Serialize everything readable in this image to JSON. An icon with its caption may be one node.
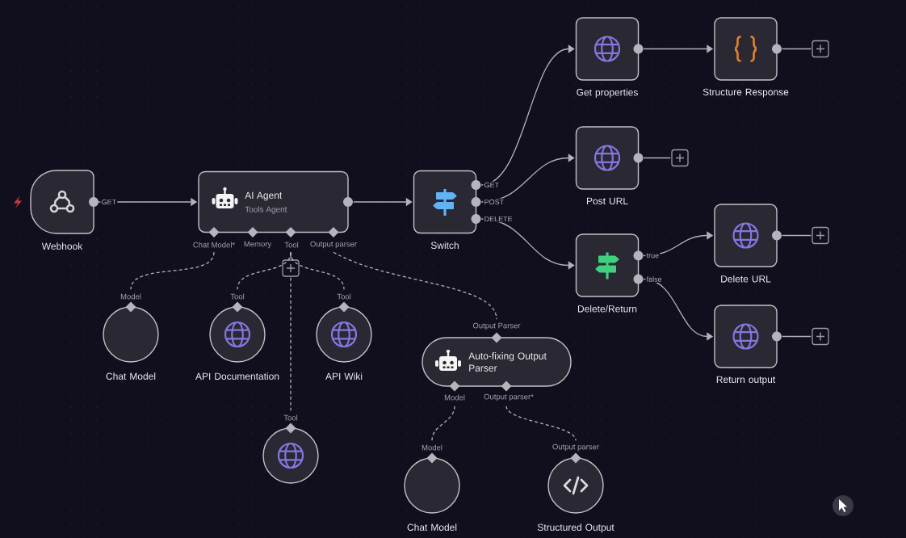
{
  "diagram": {
    "nodes": [
      {
        "text": [
          "Webhook"
        ]
      },
      {
        "text": [
          "AI Agent",
          "Tools Agent"
        ],
        "beside": [
          "Chat Model*",
          "Memory",
          "Tool",
          "Output parser"
        ]
      },
      {
        "text": [
          "Switch"
        ]
      },
      {
        "text": [
          "Get properties"
        ]
      },
      {
        "text": [
          "Structure Response"
        ]
      },
      {
        "text": [
          "Post URL"
        ]
      },
      {
        "text": [
          "Delete/Return"
        ]
      },
      {
        "text": [
          "Delete URL"
        ]
      },
      {
        "text": [
          "Return output"
        ]
      },
      {
        "text": [
          "Chat Model"
        ],
        "beside": [
          "Model"
        ]
      },
      {
        "text": [
          "API Documentation"
        ],
        "beside": [
          "Tool"
        ]
      },
      {
        "text": [
          "API Wiki"
        ],
        "beside": [
          "Tool"
        ]
      },
      {
        "text": [],
        "shape": "circle",
        "beside": [
          "Tool"
        ]
      },
      {
        "text": [
          "Auto-fixing Output Parser"
        ],
        "beside": [
          "Output Parser",
          "Model",
          "Output parser*"
        ]
      },
      {
        "text": [
          "Chat Model"
        ],
        "beside": [
          "Model"
        ]
      },
      {
        "text": [
          "Structured Output"
        ],
        "beside": [
          "Output parser"
        ]
      },
      {
        "text": [],
        "shape": "box"
      },
      {
        "text": [],
        "shape": "box"
      },
      {
        "text": [],
        "shape": "box"
      },
      {
        "text": [],
        "shape": "box"
      },
      {
        "text": [],
        "shape": "box"
      }
    ],
    "edges": [
      {
        "from": 0,
        "to": 1,
        "arrow": "to",
        "label": "GET"
      },
      {
        "from": 1,
        "to": 2,
        "arrow": "to"
      },
      {
        "from": 2,
        "to": 3,
        "arrow": "to",
        "label": "GET"
      },
      {
        "from": 2,
        "to": 5,
        "arrow": "to",
        "label": "POST"
      },
      {
        "from": 2,
        "to": 6,
        "arrow": "to",
        "label": "DELETE"
      },
      {
        "from": 3,
        "to": 4,
        "arrow": "to"
      },
      {
        "from": 4,
        "to": 16,
        "arrow": "none"
      },
      {
        "from": 5,
        "to": 17,
        "arrow": "none"
      },
      {
        "from": 6,
        "to": 7,
        "arrow": "to",
        "label": "true"
      },
      {
        "from": 6,
        "to": 8,
        "arrow": "to",
        "label": "false"
      },
      {
        "from": 7,
        "to": 18,
        "arrow": "none"
      },
      {
        "from": 8,
        "to": 19,
        "arrow": "none"
      },
      {
        "from": 1,
        "to": 20,
        "arrow": "none"
      },
      {
        "from": 1,
        "to": 9,
        "arrow": "none",
        "style": "dashed"
      },
      {
        "from": 1,
        "to": 10,
        "arrow": "none",
        "style": "dashed"
      },
      {
        "from": 1,
        "to": 11,
        "arrow": "none",
        "style": "dashed"
      },
      {
        "from": 20,
        "to": 12,
        "arrow": "none",
        "style": "dashed"
      },
      {
        "from": 1,
        "to": 13,
        "arrow": "none",
        "style": "dashed"
      },
      {
        "from": 13,
        "to": 14,
        "arrow": "none",
        "style": "dashed"
      },
      {
        "from": 13,
        "to": 15,
        "arrow": "none",
        "style": "dashed"
      }
    ]
  }
}
